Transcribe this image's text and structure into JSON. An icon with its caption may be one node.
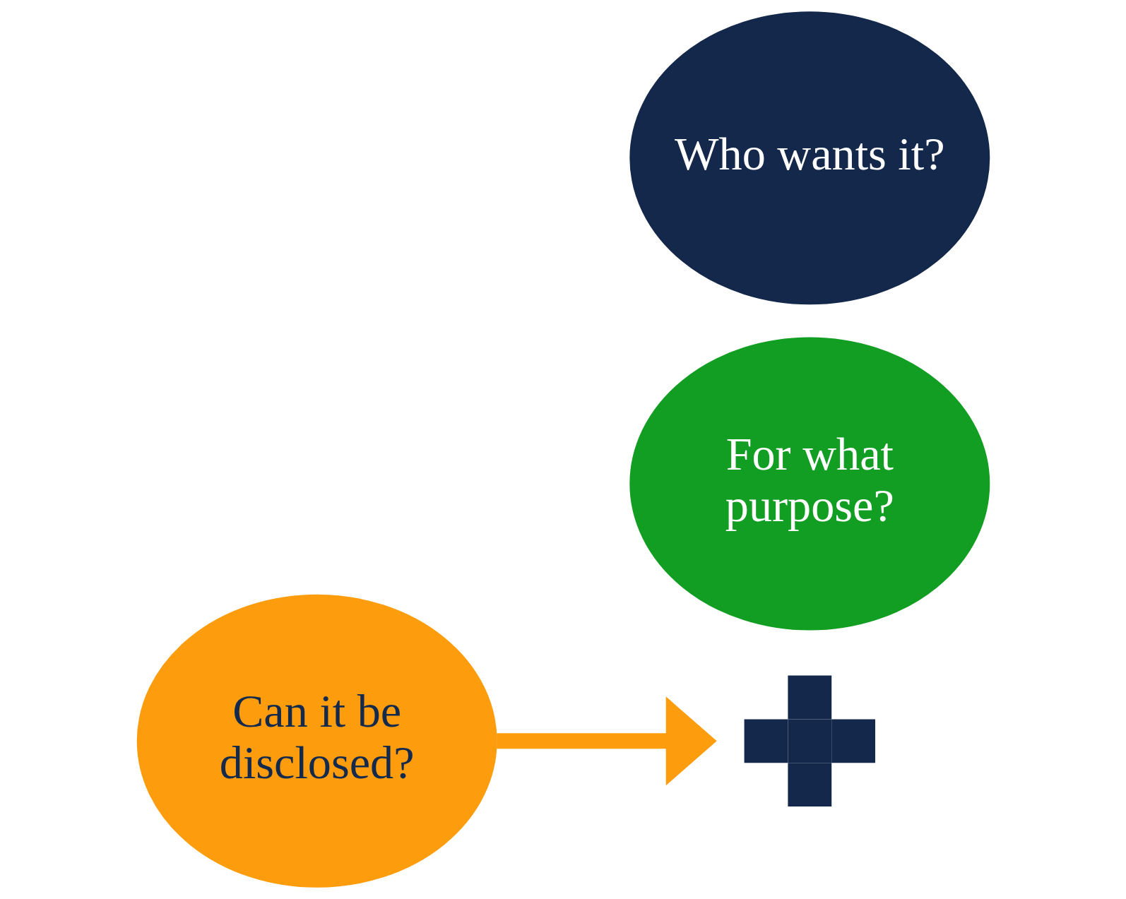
{
  "diagram": {
    "nodes": [
      {
        "text": [
          "Can it be disclosed?"
        ]
      },
      {
        "text": [
          "Who wants it?"
        ]
      },
      {
        "text": [],
        "shape": "plus"
      },
      {
        "text": [
          "For what purpose?"
        ]
      }
    ],
    "edges": [
      {
        "from": 0,
        "to": 2,
        "arrow": "to",
        "color": "#fd9d0d"
      }
    ]
  }
}
